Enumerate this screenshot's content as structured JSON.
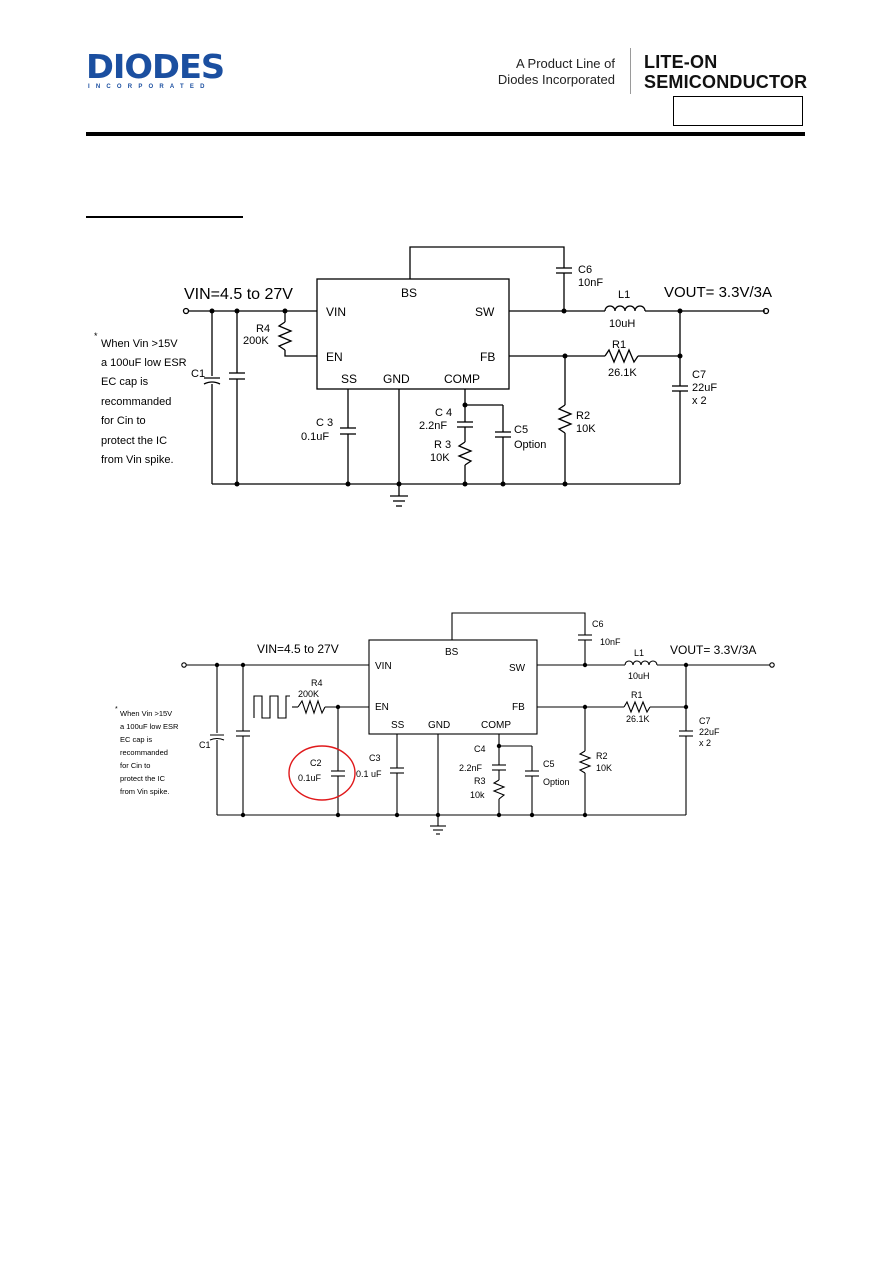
{
  "header": {
    "logo_name": "DIODES",
    "logo_sub": "INCORPORATED",
    "product_line_1": "A Product Line of",
    "product_line_2": "Diodes Incorporated",
    "brand_1": "LITE-ON",
    "brand_2": "SEMICONDUCTOR",
    "part_number": ""
  },
  "circuit1": {
    "vin": "VIN=4.5 to 27V",
    "vout": "VOUT= 3.3V/3A",
    "pins": {
      "bs": "BS",
      "vin": "VIN",
      "sw": "SW",
      "en": "EN",
      "fb": "FB",
      "ss": "SS",
      "gnd": "GND",
      "comp": "COMP"
    },
    "c6": {
      "name": "C6",
      "value": "10nF"
    },
    "l1": {
      "name": "L1",
      "value": "10uH"
    },
    "r1": {
      "name": "R1",
      "value": "26.1K"
    },
    "c7": {
      "name": "C7",
      "value": "22uF",
      "mult": "x 2"
    },
    "r2": {
      "name": "R2",
      "value": "10K"
    },
    "r4": {
      "name": "R4",
      "value": "200K"
    },
    "c1": {
      "name": "C1"
    },
    "c3": {
      "name": "C 3",
      "value": "0.1uF"
    },
    "c4": {
      "name": "C 4",
      "value": "2.2nF"
    },
    "r3": {
      "name": "R 3",
      "value": "10K"
    },
    "c5": {
      "name": "C5",
      "value": "Option"
    },
    "note": [
      "When Vin >15V",
      "a 100uF low ESR",
      "EC cap is",
      "recommanded",
      "for Cin to",
      "protect the IC",
      "from Vin spike."
    ]
  },
  "circuit2": {
    "vin": "VIN=4.5 to 27V",
    "vout": "VOUT= 3.3V/3A",
    "pins": {
      "bs": "BS",
      "vin": "VIN",
      "sw": "SW",
      "en": "EN",
      "fb": "FB",
      "ss": "SS",
      "gnd": "GND",
      "comp": "COMP"
    },
    "c6": {
      "name": "C6",
      "value": "10nF"
    },
    "l1": {
      "name": "L1",
      "value": "10uH"
    },
    "r1": {
      "name": "R1",
      "value": "26.1K"
    },
    "c7": {
      "name": "C7",
      "value": "22uF",
      "mult": "x 2"
    },
    "r2": {
      "name": "R2",
      "value": "10K"
    },
    "r4": {
      "name": "R4",
      "value": "200K"
    },
    "c1": {
      "name": "C1"
    },
    "c2": {
      "name": "C2",
      "value": "0.1uF"
    },
    "c3": {
      "name": "C3",
      "value": "0.1 uF"
    },
    "c4": {
      "name": "C4",
      "value": "2.2nF"
    },
    "r3": {
      "name": "R3",
      "value": "10k"
    },
    "c5": {
      "name": "C5",
      "value": "Option"
    },
    "note": [
      "When Vin >15V",
      "a 100uF low ESR",
      "EC cap is",
      "recommanded",
      "for Cin to",
      "protect the IC",
      "from Vin spike."
    ],
    "highlight_color": "#e0191b"
  }
}
